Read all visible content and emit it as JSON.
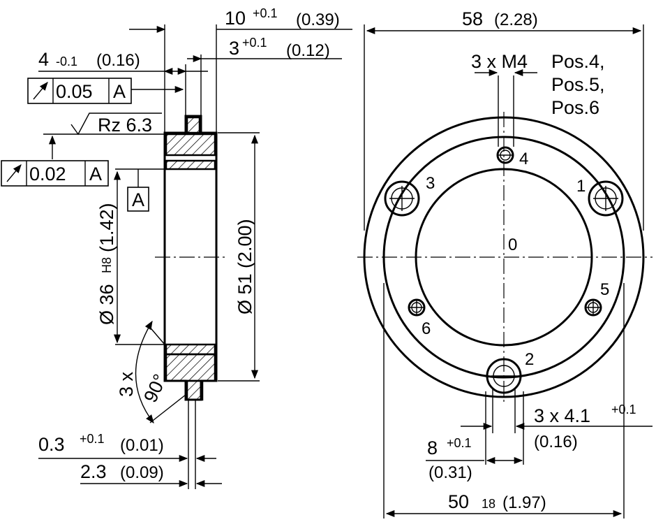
{
  "side_view": {
    "dim_overall_width": {
      "value": "10",
      "tol": "+0.1",
      "inch": "(0.39)"
    },
    "dim_flange_width": {
      "value": "3",
      "tol": "+0.1",
      "inch": "(0.12)"
    },
    "dim_rim_width": {
      "value": "4",
      "tol": "-0.1",
      "inch": "(0.16)"
    },
    "runout_frame_1": {
      "value": "0.05",
      "datum": "A"
    },
    "roughness": {
      "label": "Rz 6.3"
    },
    "runout_frame_2": {
      "value": "0.02",
      "datum": "A"
    },
    "datum_label": "A",
    "bore_dim": {
      "prefix": "Ø 36",
      "tol": "H8",
      "inch": "(1.42)"
    },
    "outer_dim": {
      "label": "Ø 51 (2.00)"
    },
    "angle_dim": {
      "count": "3 x",
      "angle": "90°"
    },
    "dim_small_1": {
      "value": "0.3",
      "tol": "+0.1",
      "inch": "(0.01)"
    },
    "dim_small_2": {
      "value": "2.3",
      "inch": "(0.09)"
    }
  },
  "front_view": {
    "dim_outer_diameter": {
      "value": "58",
      "inch": "(2.28)"
    },
    "thread_label": "3 x M4",
    "pos_labels": [
      "Pos.4,",
      "Pos.5,",
      "Pos.6"
    ],
    "hole_labels": [
      "1",
      "2",
      "3",
      "4",
      "5",
      "6"
    ],
    "center_label": "0",
    "dim_hole_dia": {
      "value": "3 x 4.1",
      "tol": "+0.1",
      "inch": "(0.16)"
    },
    "dim_slot": {
      "value": "8",
      "tol": "+0.1",
      "inch": "(0.31)"
    },
    "dim_pitch": {
      "value": "50",
      "tol": "18",
      "inch": "(1.97)"
    }
  }
}
